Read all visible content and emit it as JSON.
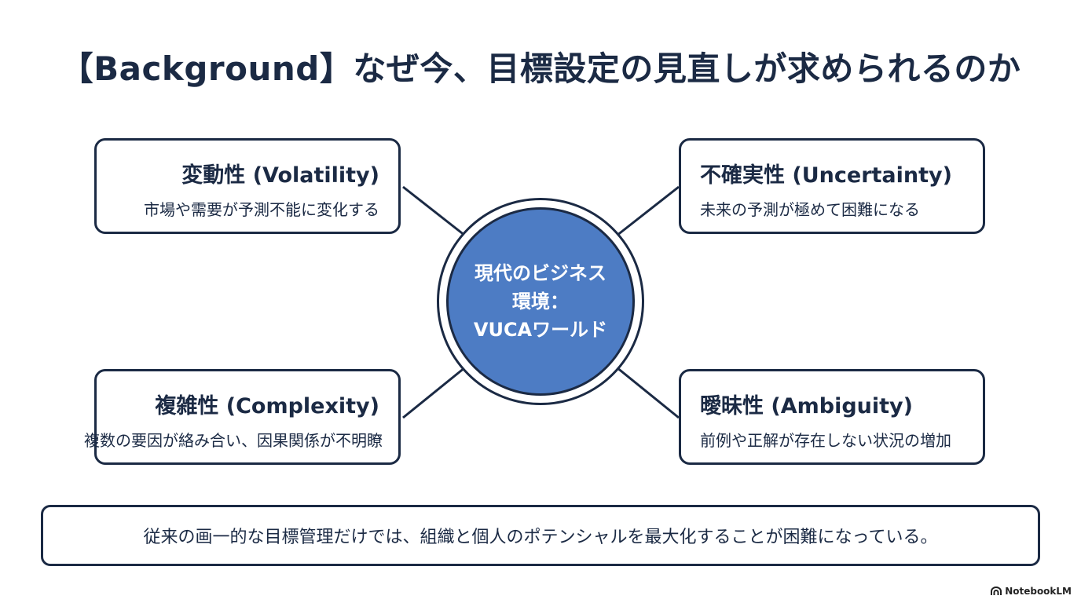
{
  "title": "【Background】なぜ今、目標設定の見直しが求められるのか",
  "hub": {
    "lines": [
      "現代のビジネス",
      "環境：",
      "VUCAワールド"
    ]
  },
  "cards": {
    "volatility": {
      "heading": "変動性 (Volatility)",
      "description": "市場や需要が予測不能に変化する"
    },
    "uncertainty": {
      "heading": "不確実性 (Uncertainty)",
      "description": "未来の予測が極めて困難になる"
    },
    "complexity": {
      "heading": "複雑性 (Complexity)",
      "description": "複数の要因が絡み合い、因果関係が不明瞭"
    },
    "ambiguity": {
      "heading": "曖昧性 (Ambiguity)",
      "description": "前例や正解が存在しない状況の増加"
    }
  },
  "summary": "従来の画一的な目標管理だけでは、組織と個人のポテンシャルを最大化することが困難になっている。",
  "brand": {
    "name": "NotebookLM",
    "icon": "notebooklm-logo-icon"
  },
  "colors": {
    "navy": "#1b2a44",
    "hub_fill": "#4d7cc4",
    "background": "#ffffff"
  }
}
